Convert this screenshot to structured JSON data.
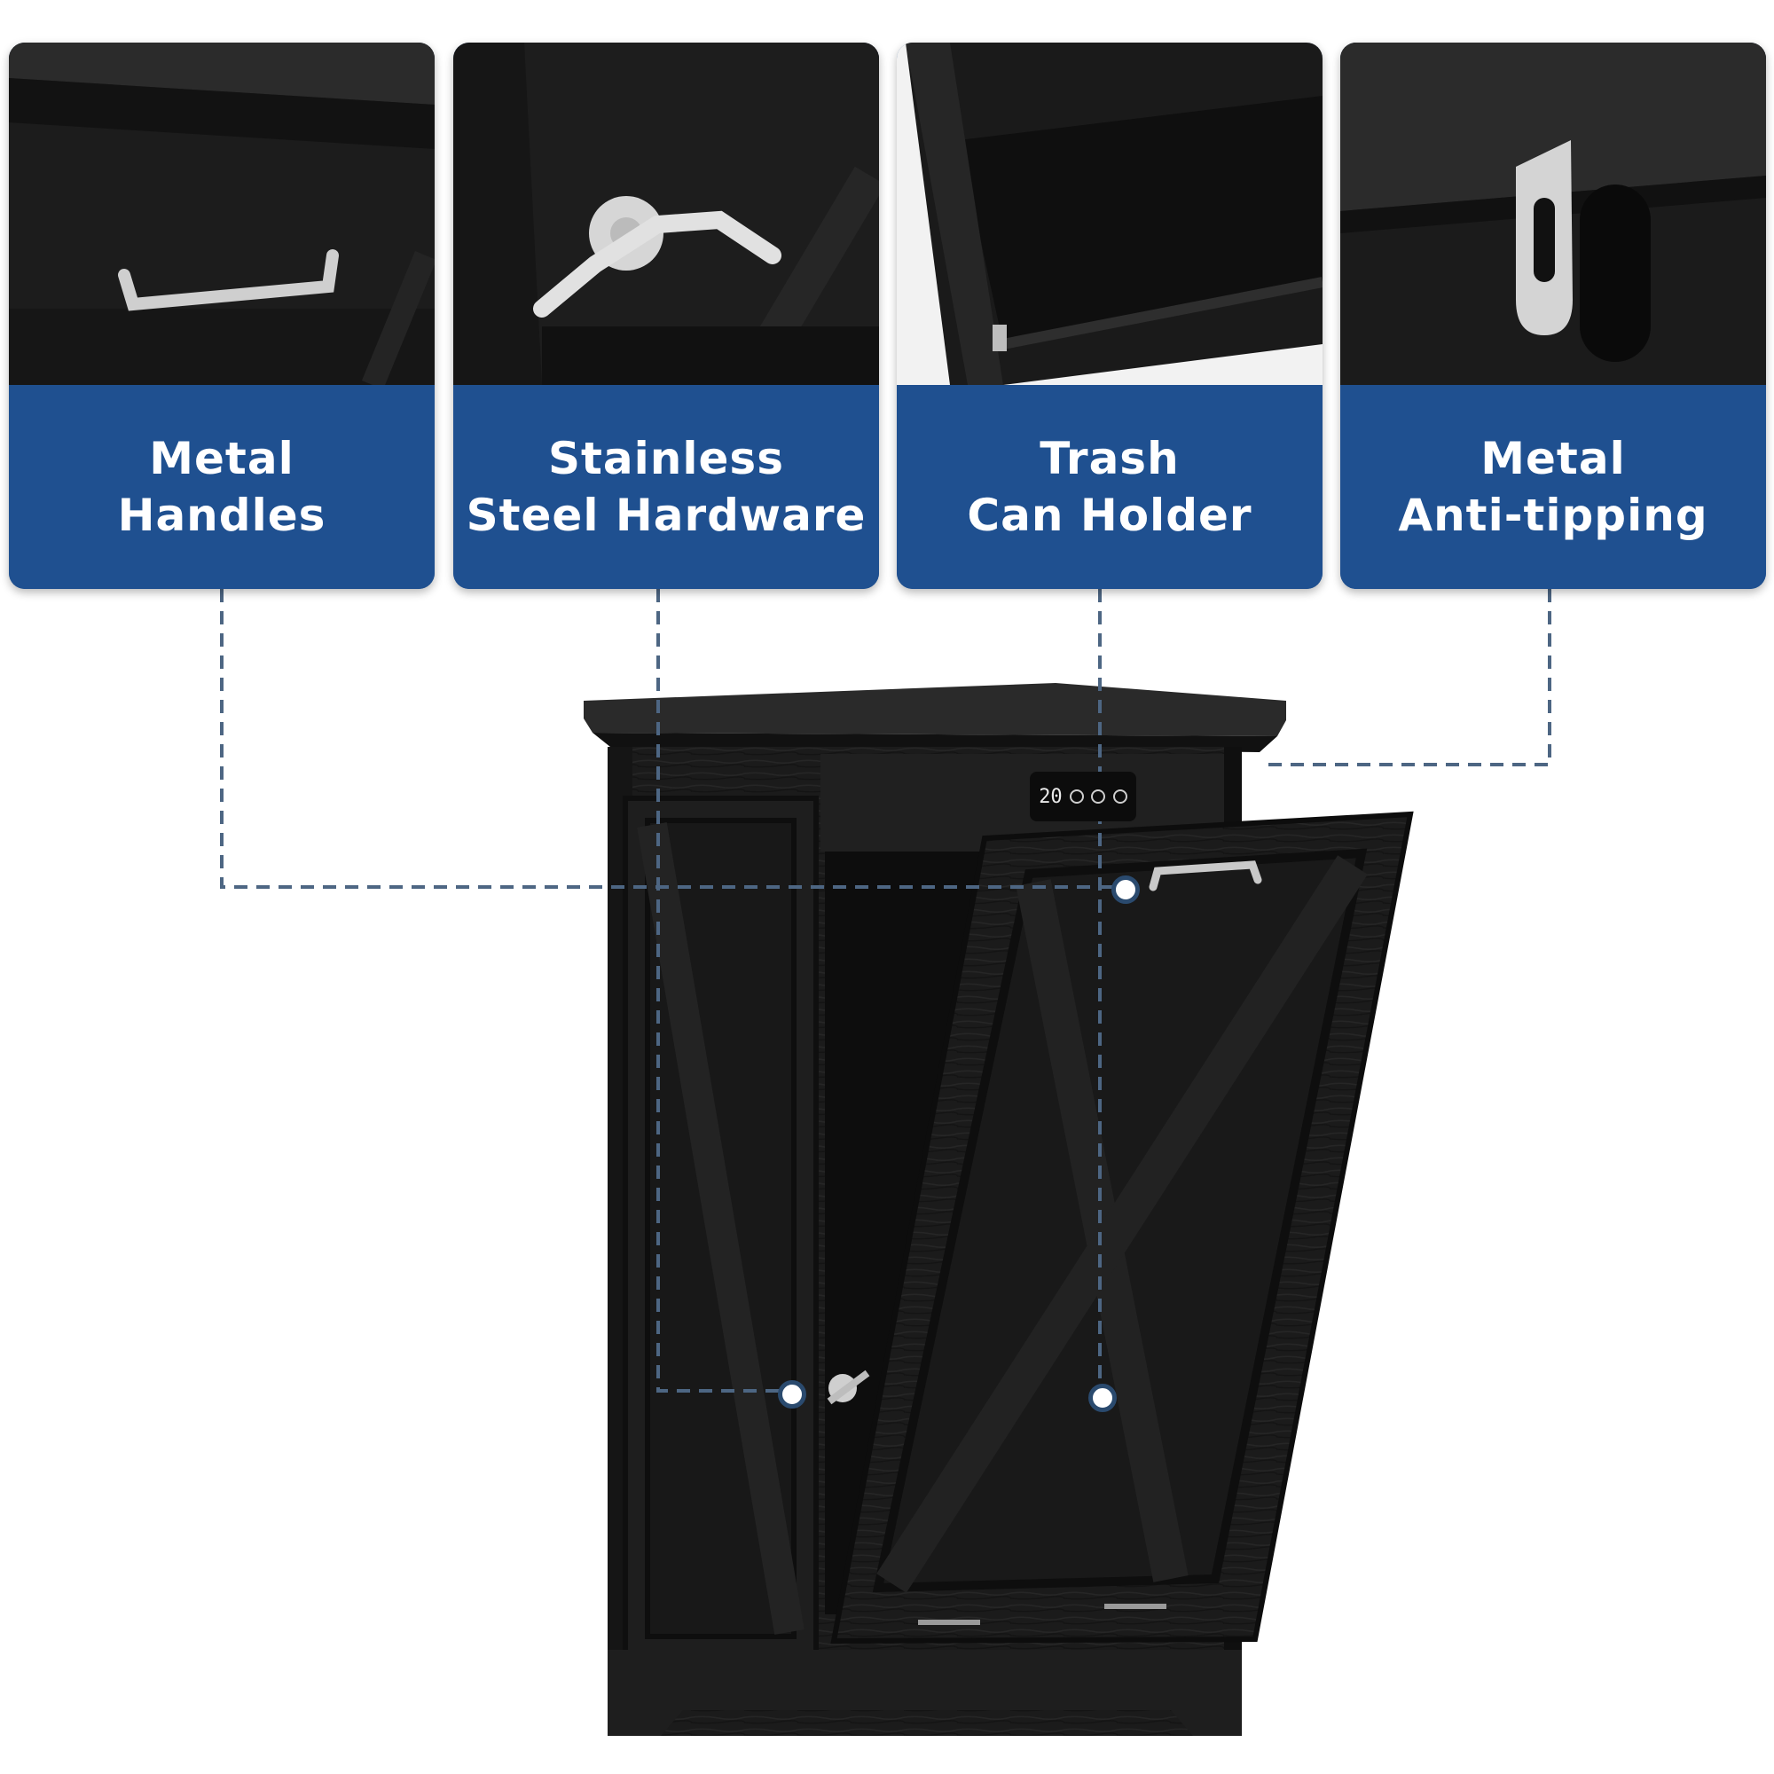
{
  "features": [
    {
      "line1": "Metal",
      "line2": "Handles"
    },
    {
      "line1": "Stainless",
      "line2": "Steel Hardware"
    },
    {
      "line1": "Trash",
      "line2": "Can Holder"
    },
    {
      "line1": "Metal",
      "line2": "Anti-tipping"
    }
  ],
  "display": {
    "reading": "20"
  },
  "colors": {
    "band": "#1f5090",
    "connector": "#4d6683",
    "wood": "#1c1c1c"
  }
}
